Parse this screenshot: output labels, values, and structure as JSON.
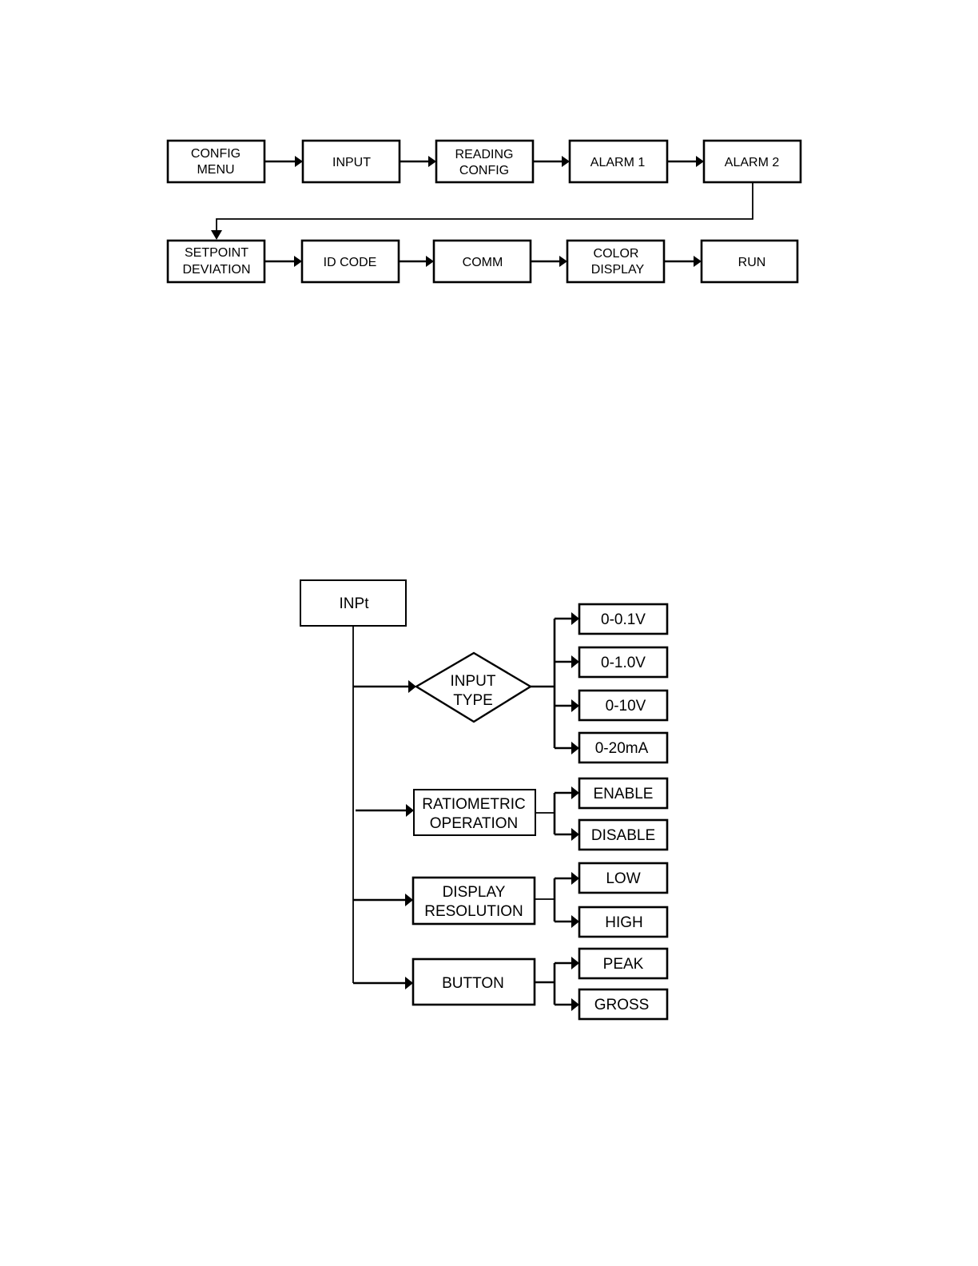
{
  "flow_top": {
    "row1": [
      {
        "lines": [
          "CONFIG",
          "MENU"
        ]
      },
      {
        "lines": [
          "INPUT"
        ]
      },
      {
        "lines": [
          "READING",
          "CONFIG"
        ]
      },
      {
        "lines": [
          "ALARM 1"
        ]
      },
      {
        "lines": [
          "ALARM 2"
        ]
      }
    ],
    "row2": [
      {
        "lines": [
          "SETPOINT",
          "DEVIATION"
        ]
      },
      {
        "lines": [
          "ID CODE"
        ]
      },
      {
        "lines": [
          "COMM"
        ]
      },
      {
        "lines": [
          "COLOR",
          "DISPLAY"
        ]
      },
      {
        "lines": [
          "RUN"
        ]
      }
    ]
  },
  "input_tree": {
    "root": "INPt",
    "branches": [
      {
        "lines": [
          "INPUT",
          "TYPE"
        ],
        "shape": "diamond",
        "options": [
          "0-0.1V",
          "0-1.0V",
          "0-10V",
          "0-20mA"
        ]
      },
      {
        "lines": [
          "RATIOMETRIC",
          "OPERATION"
        ],
        "shape": "box",
        "options": [
          "ENABLE",
          "DISABLE"
        ]
      },
      {
        "lines": [
          "DISPLAY",
          "RESOLUTION"
        ],
        "shape": "box",
        "options": [
          "LOW",
          "HIGH"
        ]
      },
      {
        "lines": [
          "BUTTON"
        ],
        "shape": "box",
        "options": [
          "PEAK",
          "GROSS"
        ]
      }
    ]
  }
}
